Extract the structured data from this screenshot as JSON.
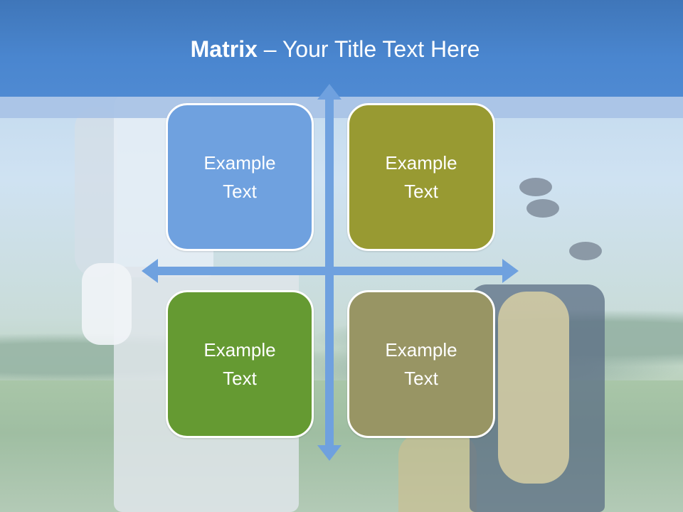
{
  "slide": {
    "title_bold": "Matrix",
    "title_rest": " – Your Title Text Here"
  },
  "matrix": {
    "top_left": "Example Text",
    "top_right": "Example Text",
    "bottom_left": "Example Text",
    "bottom_right": "Example Text"
  },
  "colors": {
    "title_bar": "#4a86cf",
    "arrow": "#6fa1df",
    "top_left": "#6fa1df",
    "top_right": "#989a32",
    "bottom_left": "#659a32",
    "bottom_right": "#989564"
  }
}
